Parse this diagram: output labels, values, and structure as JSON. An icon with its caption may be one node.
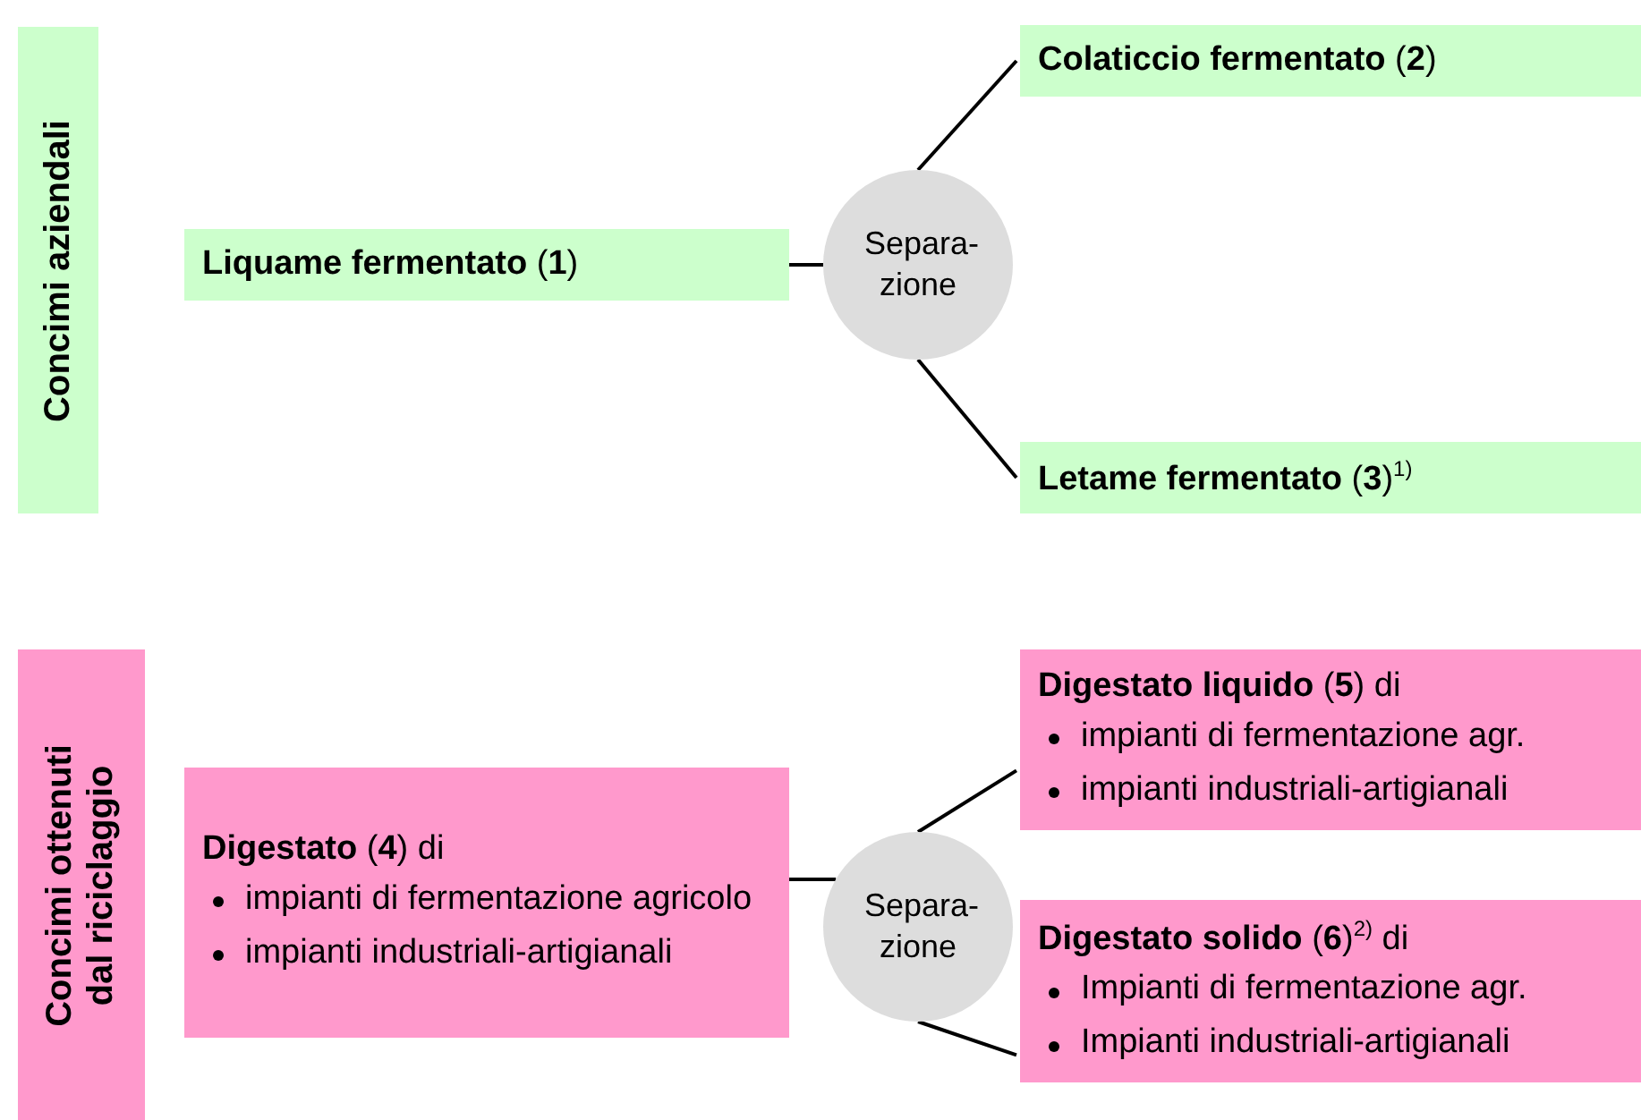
{
  "diagram": {
    "nodes": [
      {
        "text": [
          "Concimi aziendali"
        ]
      },
      {
        "text": [
          "**Liquame fermentato** (**1**)"
        ]
      },
      {
        "text": [
          "Separa- zione"
        ]
      },
      {
        "text": [
          "**Colaticcio fermentato** (**2**)"
        ]
      },
      {
        "text": [
          "**Letame fermentato** (**3**)$^{1)}$"
        ]
      },
      {
        "text": [
          "Concimi ottenuti dal riciclaggio"
        ]
      },
      {
        "text": [
          "**Digestato** (**4**) di",
          "impianti di fermentazione agricolo",
          "impianti industriali-artigianali"
        ]
      },
      {
        "text": [
          "Separa- zione"
        ]
      },
      {
        "text": [
          "**Digestato liquido** (**5**) di",
          "impianti di fermentazione agr.",
          "impianti industriali-artigianali"
        ]
      },
      {
        "text": [
          "**Digestato solido** (**6**)$^{2)}$  di",
          "Impianti di fermentazione agr.",
          "Impianti industriali-artigianali"
        ]
      }
    ],
    "edges": [
      {
        "from": 1,
        "to": 2,
        "arrow": "none"
      },
      {
        "from": 2,
        "to": 3,
        "arrow": "none"
      },
      {
        "from": 2,
        "to": 4,
        "arrow": "none"
      },
      {
        "from": 6,
        "to": 7,
        "arrow": "none"
      },
      {
        "from": 7,
        "to": 8,
        "arrow": "none"
      },
      {
        "from": 7,
        "to": 9,
        "arrow": "none"
      }
    ]
  }
}
